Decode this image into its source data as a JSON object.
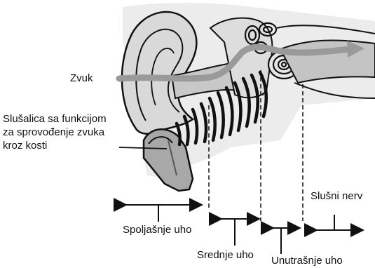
{
  "labels": {
    "sound": "Zvuk",
    "headset_line1": "Slušalica sa funkcijom",
    "headset_line2": "za sprovođenje zvuka",
    "headset_line3": "kroz kosti",
    "outer_ear": "Spoljašnje uho",
    "middle_ear": "Srednje uho",
    "inner_ear": "Unutrašnje uho",
    "auditory_nerve": "Slušni nerv"
  },
  "colors": {
    "outline": "#111111",
    "skin_fill": "#e2e2e2",
    "canal_fill": "#bdbdbd",
    "sound_path": "#9a9a9a",
    "headset_fill": "#a8a8a8",
    "vibration": "#111111"
  }
}
